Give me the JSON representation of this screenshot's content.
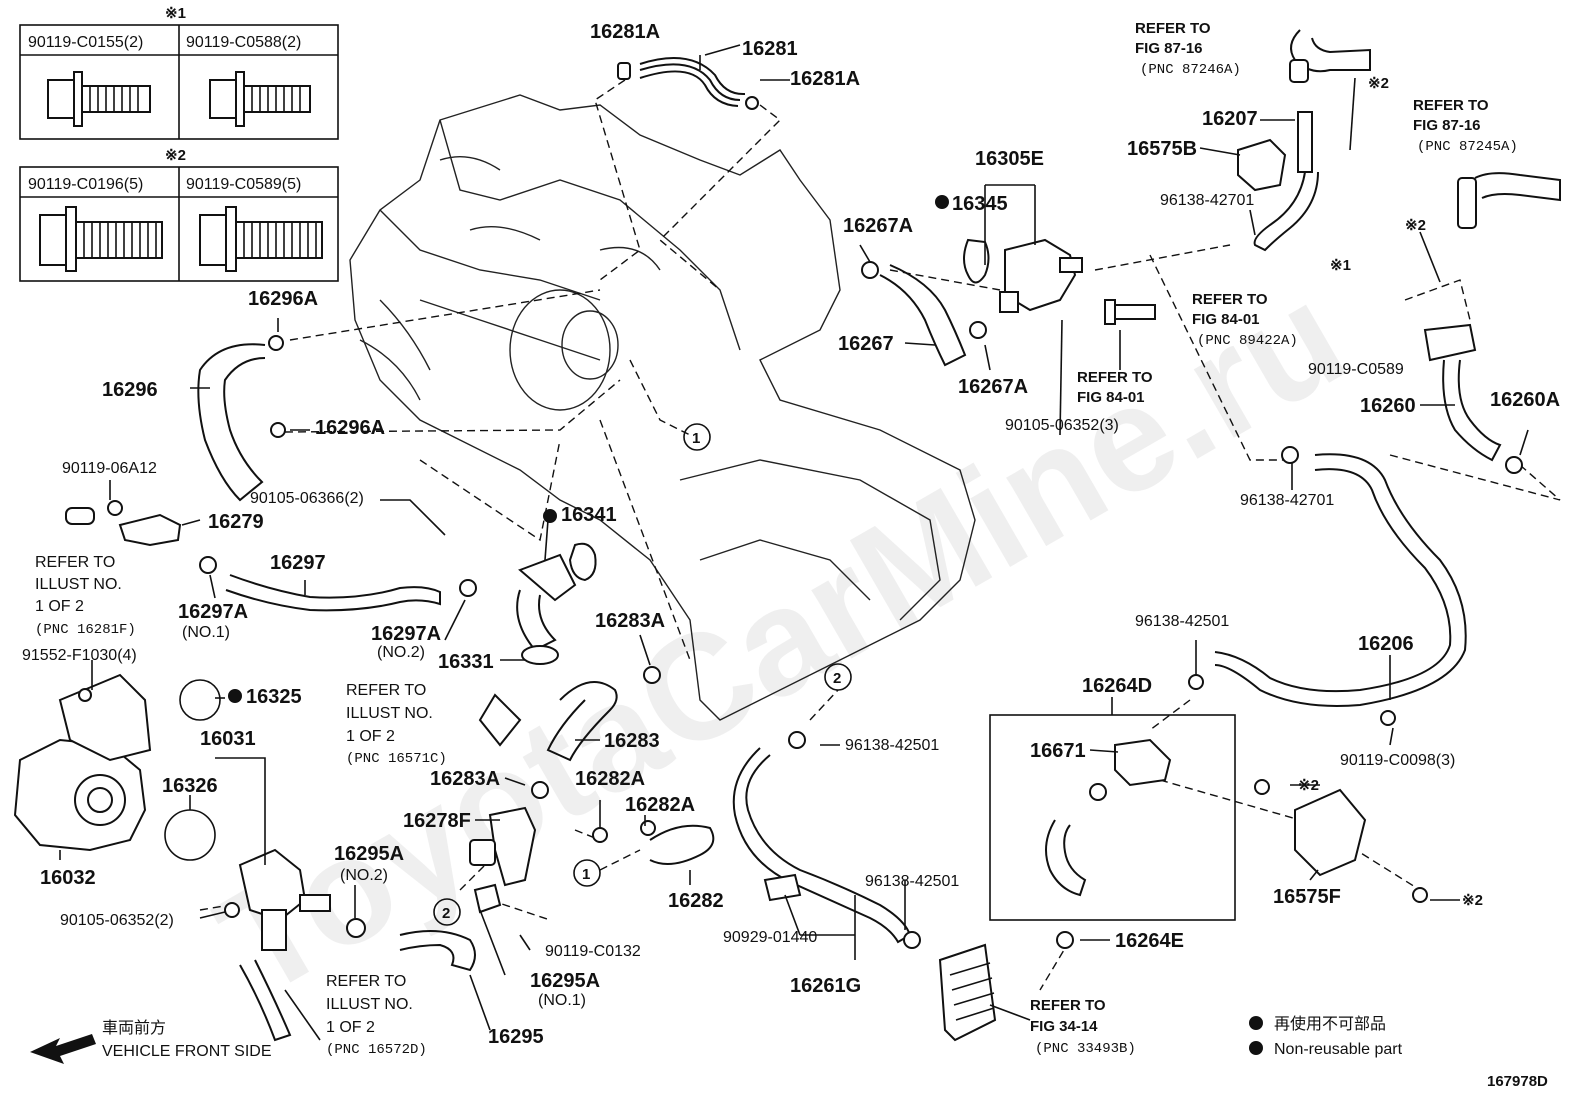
{
  "watermark": "ToyotaCarMine.ru",
  "diagram_id": "167978D",
  "legend": {
    "bullet_jp": "再使用不可部品",
    "bullet_en": "Non-reusable part"
  },
  "front_side": {
    "jp": "車両前方",
    "en": "VEHICLE FRONT SIDE"
  },
  "bolt_table_1": {
    "mark": "※1",
    "col1": "90119-C0155(2)",
    "col2": "90119-C0588(2)"
  },
  "bolt_table_2": {
    "mark": "※2",
    "col1": "90119-C0196(5)",
    "col2": "90119-C0589(5)"
  },
  "callouts": {
    "c1": "1",
    "c2": "2"
  },
  "labels": {
    "p16281A_top": "16281A",
    "p16281": "16281",
    "p16281A_right": "16281A",
    "p16296A_top": "16296A",
    "p16296": "16296",
    "p16296A_bot": "16296A",
    "p16267A_top": "16267A",
    "p16267": "16267",
    "p16267A_bot": "16267A",
    "p16305E": "16305E",
    "p16345": "16345",
    "p16207": "16207",
    "p16575B": "16575B",
    "p96138_42701_a": "96138-42701",
    "mark_x2_a": "※2",
    "mark_x1_a": "※1",
    "mark_x2_b": "※2",
    "p90119_C0589": "90119-C0589",
    "p16260": "16260",
    "p16260A": "16260A",
    "p96138_42701_b": "96138-42701",
    "p90105_06352_3": "90105-06352(3)",
    "p90119_06A12": "90119-06A12",
    "p16279": "16279",
    "p90105_06366_2": "90105-06366(2)",
    "p16341": "16341",
    "p16297": "16297",
    "p16297A_1": "16297A",
    "p16297A_1_sub": "(NO.1)",
    "p16297A_2": "16297A",
    "p16297A_2_sub": "(NO.2)",
    "p16331": "16331",
    "p16283A_a": "16283A",
    "p16283": "16283",
    "p91552": "91552-F1030(4)",
    "p16325": "16325",
    "p16031": "16031",
    "p16326": "16326",
    "p16032": "16032",
    "p90105_06352_2": "90105-06352(2)",
    "p16295A_2": "16295A",
    "p16295A_2_sub": "(NO.2)",
    "p16283A_b": "16283A",
    "p16278F": "16278F",
    "p16282A_a": "16282A",
    "p16282A_b": "16282A",
    "p16282": "16282",
    "p90119_C0132": "90119-C0132",
    "p16295A_1": "16295A",
    "p16295A_1_sub": "(NO.1)",
    "p16295": "16295",
    "p96138_42501_a": "96138-42501",
    "p90929_01440": "90929-01440",
    "p16261G": "16261G",
    "p96138_42501_b": "96138-42501",
    "p96138_42501_c": "96138-42501",
    "p16264D": "16264D",
    "p16671": "16671",
    "p16206": "16206",
    "p90119_C0098": "90119-C0098(3)",
    "mark_x2_c": "※2",
    "mark_x2_d": "※2",
    "p16575F": "16575F",
    "p16264E": "16264E"
  },
  "refs": {
    "fig8716_a": [
      "REFER TO",
      "FIG 87-16",
      "(PNC 87246A)"
    ],
    "fig8716_b": [
      "REFER TO",
      "FIG 87-16",
      "(PNC 87245A)"
    ],
    "fig8401_a": [
      "REFER TO",
      "FIG 84-01",
      "(PNC 89422A)"
    ],
    "fig8401_b": [
      "REFER TO",
      "FIG 84-01"
    ],
    "illust_16281F": [
      "REFER TO",
      "ILLUST NO.",
      "1 OF 2",
      "(PNC 16281F)"
    ],
    "illust_16571C": [
      "REFER TO",
      "ILLUST NO.",
      "1 OF 2",
      "(PNC 16571C)"
    ],
    "illust_16572D": [
      "REFER TO",
      "ILLUST NO.",
      "1 OF 2",
      "(PNC 16572D)"
    ],
    "fig3414": [
      "REFER TO",
      "FIG 34-14",
      "(PNC 33493B)"
    ]
  }
}
